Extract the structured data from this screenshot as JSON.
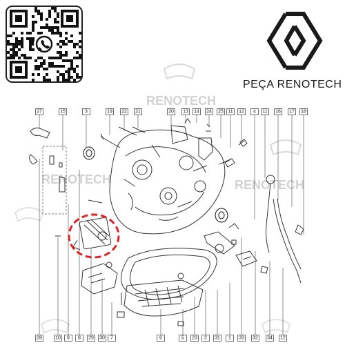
{
  "brand": {
    "name": "PEÇA RENOTECH",
    "watermark": "RENOTECH"
  },
  "callouts": {
    "top": [
      "27",
      "15",
      "3",
      "19",
      "22",
      "21",
      "20",
      "13",
      "14",
      "24",
      "25",
      "11",
      "12",
      "4",
      "11",
      "16",
      "17",
      "18"
    ],
    "bottom": [
      "28",
      "10",
      "9",
      "8",
      "29",
      "30",
      "7",
      "6",
      "5",
      "23",
      "2",
      "31",
      "1",
      "33",
      "32",
      "34",
      "12"
    ]
  },
  "colors": {
    "highlight": "#e02020",
    "line": "#333333",
    "watermark": "#c8c8c8"
  },
  "icons": {
    "qr": "qr-code-icon",
    "whatsapp": "whatsapp-icon",
    "logo": "renault-diamond-logo-icon"
  }
}
